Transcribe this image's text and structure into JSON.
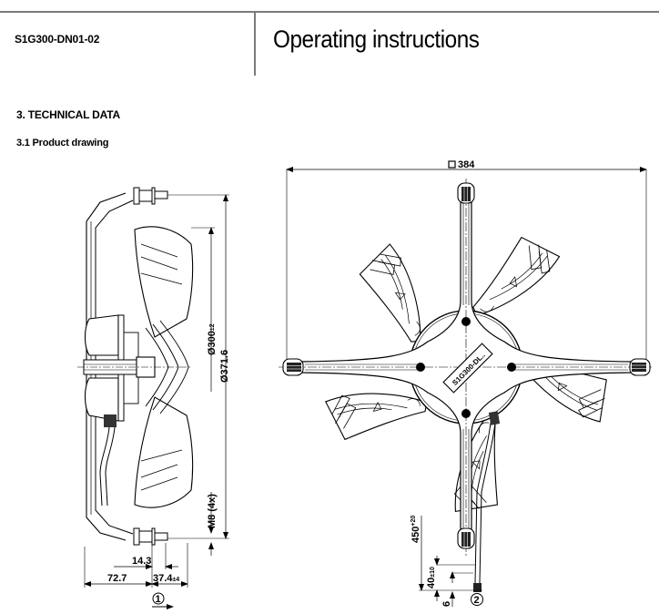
{
  "header": {
    "document_code": "S1G300-DN01-02",
    "title": "Operating instructions"
  },
  "section": {
    "heading": "3. TECHNICAL DATA",
    "subheading": "3.1 Product drawing"
  },
  "drawing": {
    "side_view": {
      "dimensions": {
        "impeller_diameter": "Ø300",
        "impeller_tolerance": "±2",
        "mount_diameter": "Ø371.6",
        "thread": "M8 (4x)",
        "offset_a": "14.3",
        "depth_a": "72.7",
        "depth_b": "37.4",
        "depth_b_tolerance": "±4"
      },
      "callout": "1"
    },
    "front_view": {
      "dimensions": {
        "square_symbol": "□",
        "width": "384",
        "cable_length": "450",
        "cable_length_tolerance": "+20",
        "strip_length": "40",
        "strip_tolerance": "±10",
        "end_length": "6"
      },
      "label_plate": "S1G300-DL..",
      "callout": "2",
      "blade_count": 5,
      "strut_count": 4
    }
  }
}
